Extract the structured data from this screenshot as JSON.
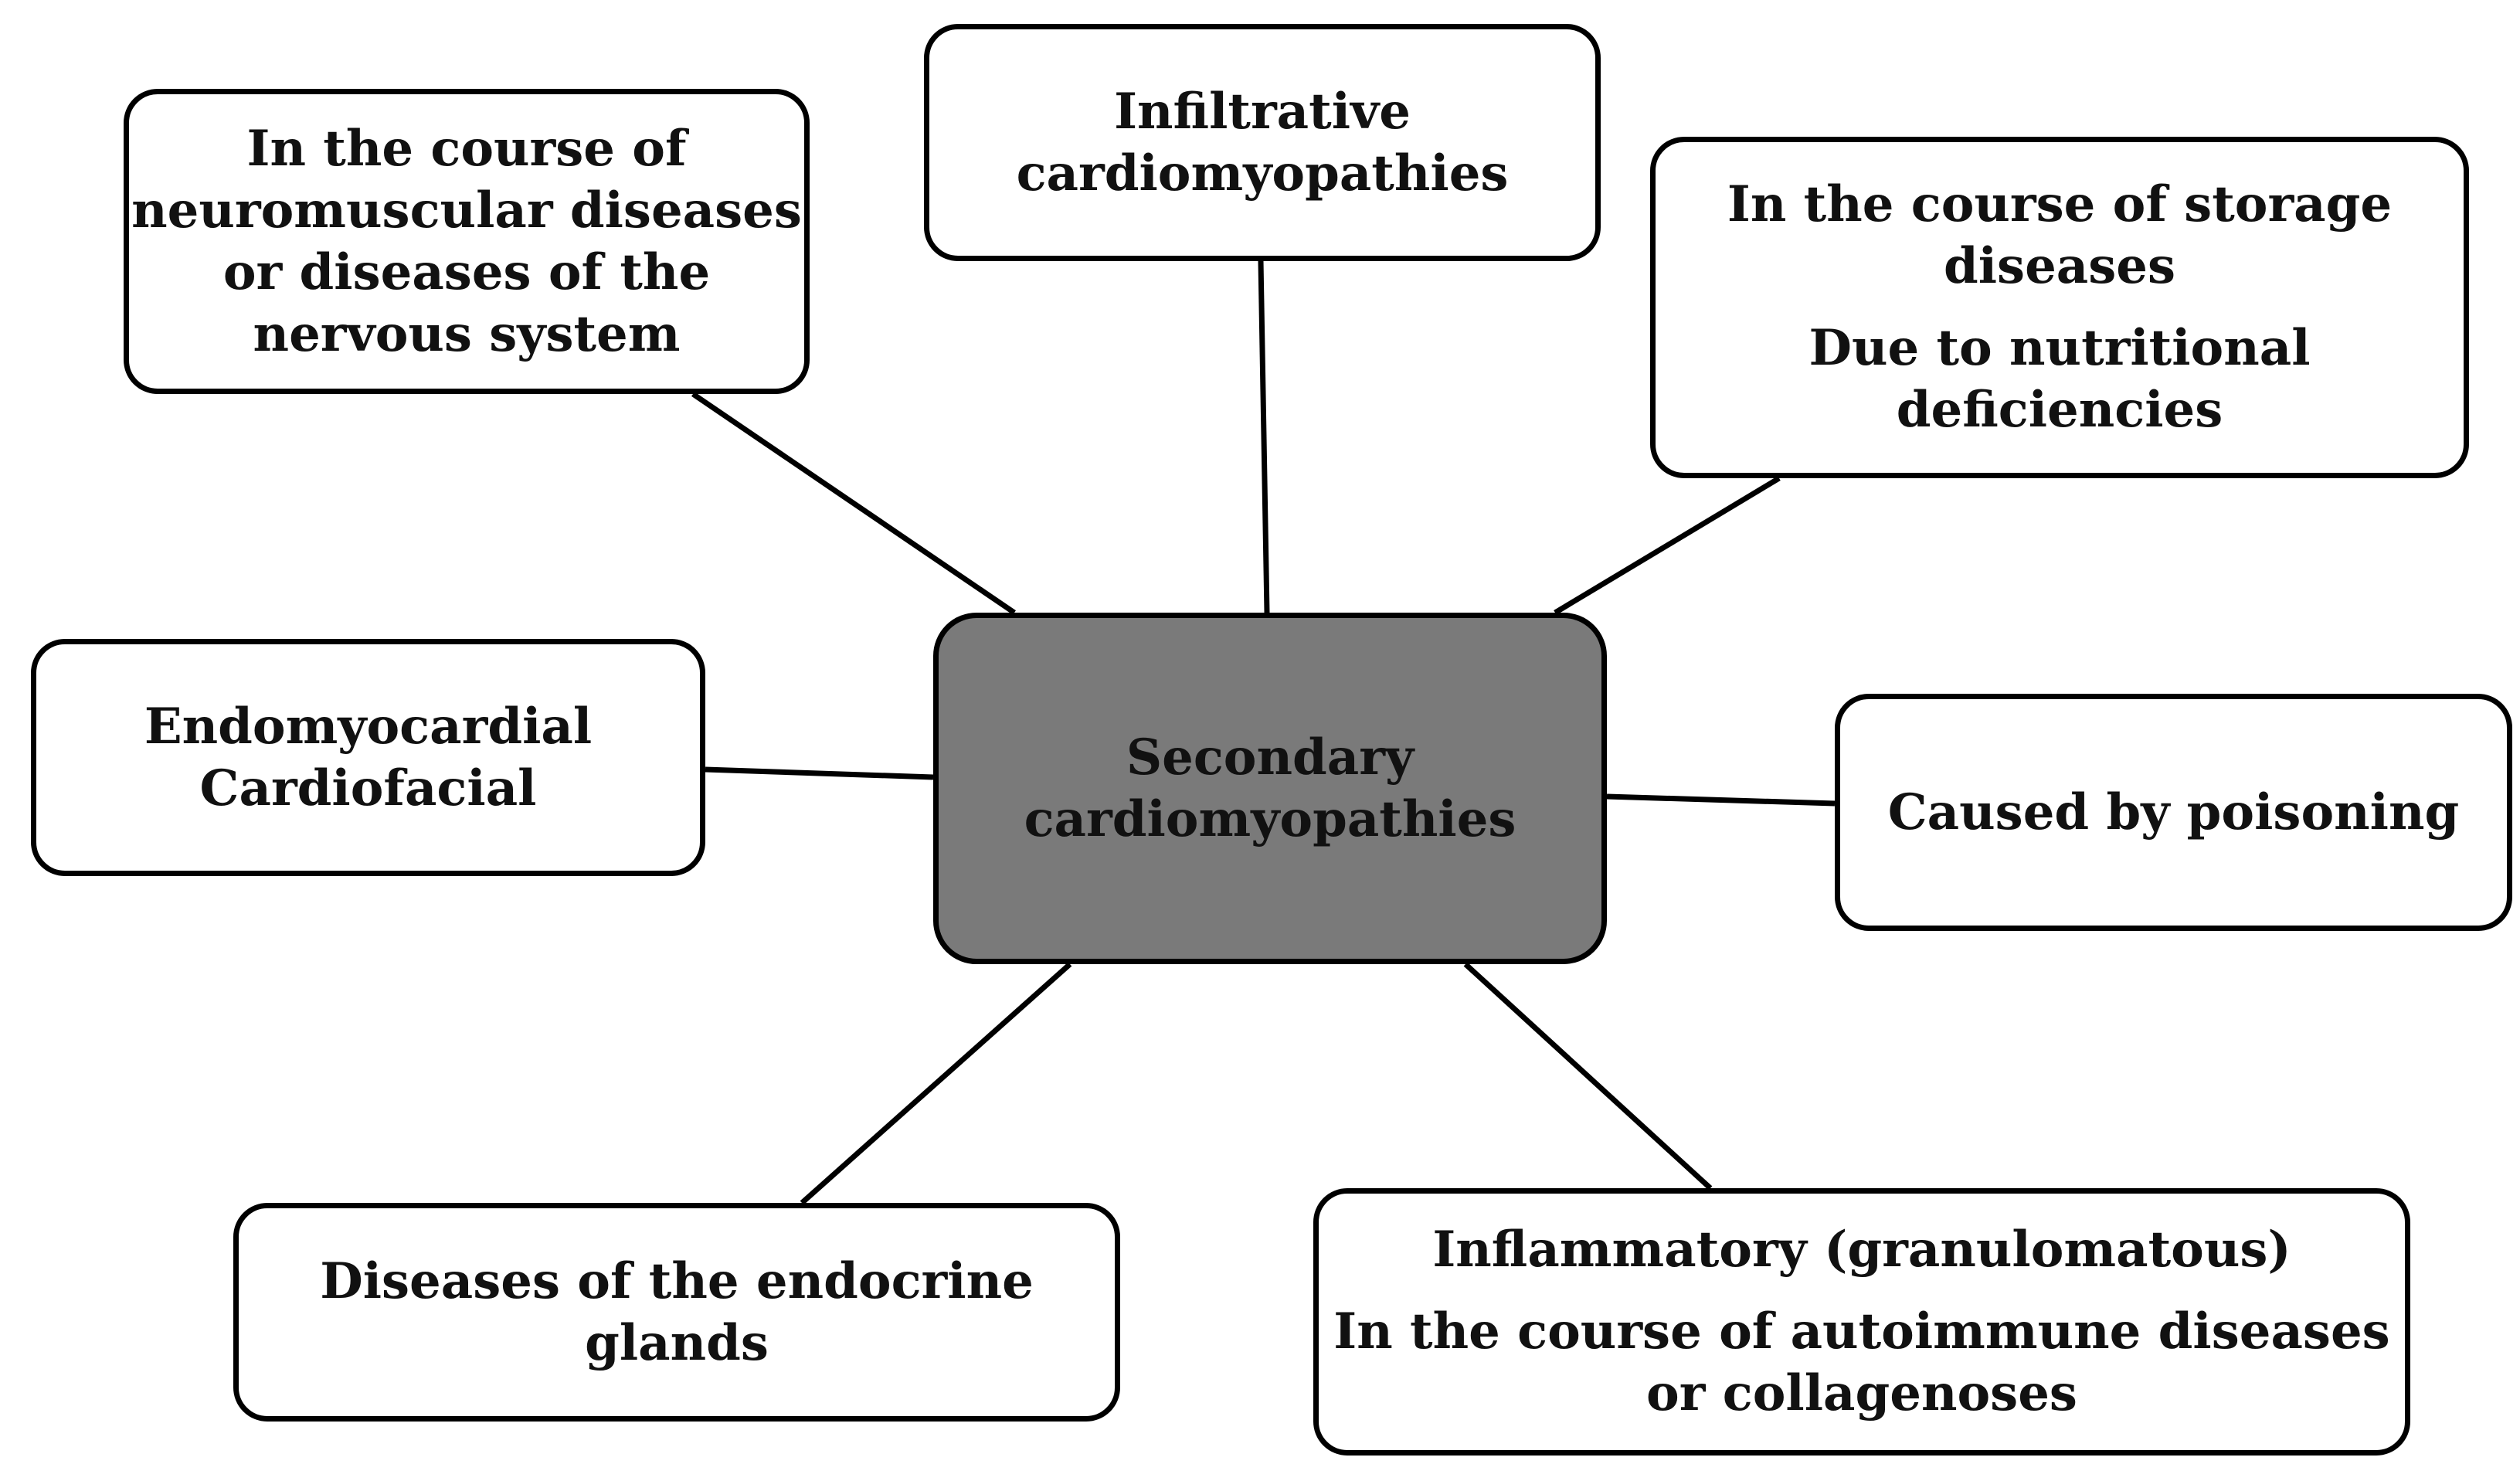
{
  "center": {
    "lines": [
      "Secondary",
      "cardiomyopathies"
    ],
    "fill_color": "#7a7a7a"
  },
  "nodes": {
    "neuromuscular": {
      "lines": [
        "In the course of",
        "neuromuscular diseases",
        "or diseases of the",
        "nervous system"
      ]
    },
    "infiltrative": {
      "lines": [
        "Infiltrative",
        "cardiomyopathies"
      ]
    },
    "storage": {
      "para1": [
        "In the course of storage",
        "diseases"
      ],
      "para2": [
        "Due to nutritional",
        "deficiencies"
      ]
    },
    "endomyocardial": {
      "lines": [
        "Endomyocardial",
        "Cardiofacial"
      ]
    },
    "poisoning": {
      "lines": [
        "Caused by poisoning"
      ]
    },
    "endocrine": {
      "lines": [
        "Diseases of the endocrine",
        "glands"
      ]
    },
    "inflammatory": {
      "para1": [
        "Inflammatory (granulomatous)"
      ],
      "para2": [
        "In the course of autoimmune diseases",
        "or collagenoses"
      ]
    }
  }
}
